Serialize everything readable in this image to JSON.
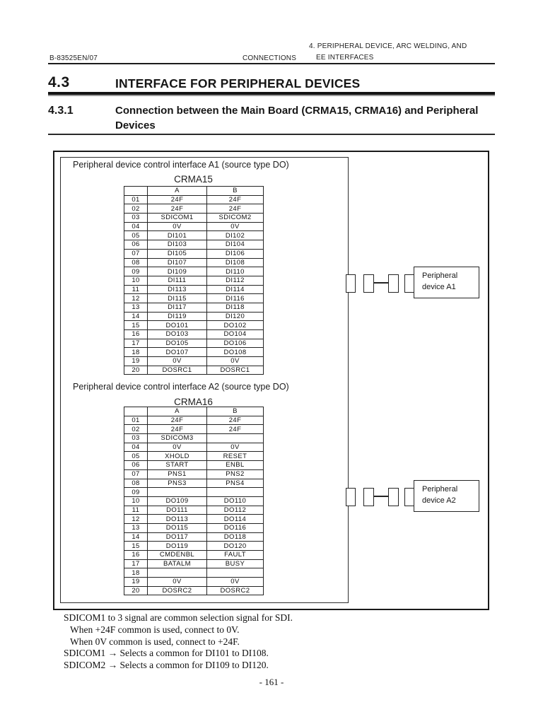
{
  "header": {
    "doc_id": "B-83525EN/07",
    "center": "CONNECTIONS",
    "chapter_line1": "4. PERIPHERAL DEVICE, ARC WELDING, AND",
    "chapter_line2": "EE INTERFACES"
  },
  "section": {
    "number": "4.3",
    "title": "INTERFACE FOR PERIPHERAL DEVICES"
  },
  "subsection": {
    "number": "4.3.1",
    "title": "Connection between the Main Board (CRMA15, CRMA16) and Peripheral Devices"
  },
  "figure": {
    "interface_a1": {
      "caption": "Peripheral device control interface A1 (source type DO)",
      "connector": "CRMA15",
      "columns": [
        "A",
        "B"
      ],
      "rows": [
        [
          "01",
          "24F",
          "24F"
        ],
        [
          "02",
          "24F",
          "24F"
        ],
        [
          "03",
          "SDICOM1",
          "SDICOM2"
        ],
        [
          "04",
          "0V",
          "0V"
        ],
        [
          "05",
          "DI101",
          "DI102"
        ],
        [
          "06",
          "DI103",
          "DI104"
        ],
        [
          "07",
          "DI105",
          "DI106"
        ],
        [
          "08",
          "DI107",
          "DI108"
        ],
        [
          "09",
          "DI109",
          "DI110"
        ],
        [
          "10",
          "DI111",
          "DI112"
        ],
        [
          "11",
          "DI113",
          "DI114"
        ],
        [
          "12",
          "DI115",
          "DI116"
        ],
        [
          "13",
          "DI117",
          "DI118"
        ],
        [
          "14",
          "DI119",
          "DI120"
        ],
        [
          "15",
          "DO101",
          "DO102"
        ],
        [
          "16",
          "DO103",
          "DO104"
        ],
        [
          "17",
          "DO105",
          "DO106"
        ],
        [
          "18",
          "DO107",
          "DO108"
        ],
        [
          "19",
          "0V",
          "0V"
        ],
        [
          "20",
          "DOSRC1",
          "DOSRC1"
        ]
      ],
      "device_label": "Peripheral device A1"
    },
    "interface_a2": {
      "caption": "Peripheral device control interface A2 (source type DO)",
      "connector": "CRMA16",
      "columns": [
        "A",
        "B"
      ],
      "rows": [
        [
          "01",
          "24F",
          "24F"
        ],
        [
          "02",
          "24F",
          "24F"
        ],
        [
          "03",
          "SDICOM3",
          ""
        ],
        [
          "04",
          "0V",
          "0V"
        ],
        [
          "05",
          "XHOLD",
          "RESET"
        ],
        [
          "06",
          "START",
          "ENBL"
        ],
        [
          "07",
          "PNS1",
          "PNS2"
        ],
        [
          "08",
          "PNS3",
          "PNS4"
        ],
        [
          "09",
          "",
          ""
        ],
        [
          "10",
          "DO109",
          "DO110"
        ],
        [
          "11",
          "DO111",
          "DO112"
        ],
        [
          "12",
          "DO113",
          "DO114"
        ],
        [
          "13",
          "DO115",
          "DO116"
        ],
        [
          "14",
          "DO117",
          "DO118"
        ],
        [
          "15",
          "DO119",
          "DO120"
        ],
        [
          "16",
          "CMDENBL",
          "FAULT"
        ],
        [
          "17",
          "BATALM",
          "BUSY"
        ],
        [
          "18",
          "",
          ""
        ],
        [
          "19",
          "0V",
          "0V"
        ],
        [
          "20",
          "DOSRC2",
          "DOSRC2"
        ]
      ],
      "device_label": "Peripheral device A2"
    }
  },
  "notes": [
    "SDICOM1 to 3 signal are common selection signal for SDI.",
    "When +24F common is used, connect to 0V.",
    "When 0V common is used, connect to +24F.",
    "SDICOM1 → Selects a common for DI101 to DI108.",
    "SDICOM2 → Selects a common for DI109 to DI120."
  ],
  "page_number": "- 161 -"
}
